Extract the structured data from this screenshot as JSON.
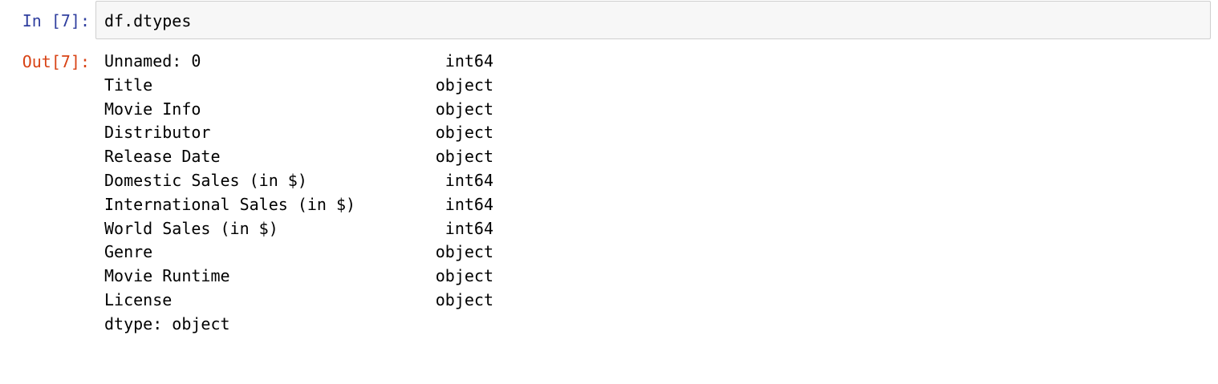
{
  "notebook": {
    "input_prompt": "In [7]:",
    "input_code": "df.dtypes",
    "output_prompt": "Out[7]:",
    "output": {
      "rows": [
        {
          "name": "Unnamed: 0",
          "dtype": "int64"
        },
        {
          "name": "Title",
          "dtype": "object"
        },
        {
          "name": "Movie Info",
          "dtype": "object"
        },
        {
          "name": "Distributor",
          "dtype": "object"
        },
        {
          "name": "Release Date",
          "dtype": "object"
        },
        {
          "name": "Domestic Sales (in $)",
          "dtype": "int64"
        },
        {
          "name": "International Sales (in $)",
          "dtype": "int64"
        },
        {
          "name": "World Sales (in $)",
          "dtype": "int64"
        },
        {
          "name": "Genre",
          "dtype": "object"
        },
        {
          "name": "Movie Runtime",
          "dtype": "object"
        },
        {
          "name": "License",
          "dtype": "object"
        }
      ],
      "footer": "dtype: object"
    }
  },
  "colors": {
    "input_prompt": "#303f9f",
    "output_prompt": "#d84315",
    "input_background": "#f7f7f7",
    "input_border": "#cfcfcf"
  }
}
